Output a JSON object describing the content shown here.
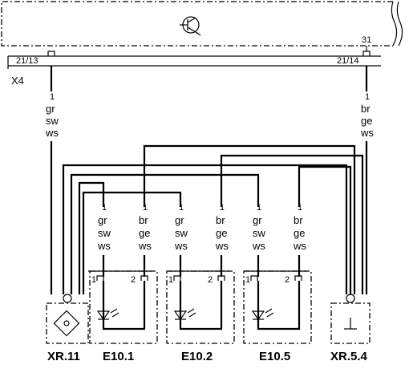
{
  "module": {
    "symbol": "transistor-icon",
    "pin_ground": "31",
    "connector": "X4",
    "pin_left": "21/13",
    "pin_right": "21/14"
  },
  "wires": {
    "left": {
      "pin": "1",
      "colors": [
        "gr",
        "sw",
        "ws"
      ]
    },
    "right": {
      "pin": "1",
      "colors": [
        "br",
        "ge",
        "ws"
      ]
    }
  },
  "branches": [
    {
      "pin": "1",
      "colors": [
        "gr",
        "sw",
        "ws"
      ]
    },
    {
      "pin": "1",
      "colors": [
        "br",
        "ge",
        "ws"
      ]
    },
    {
      "pin": "1",
      "colors": [
        "gr",
        "sw",
        "ws"
      ]
    },
    {
      "pin": "1",
      "colors": [
        "br",
        "ge",
        "ws"
      ]
    },
    {
      "pin": "1",
      "colors": [
        "gr",
        "sw",
        "ws"
      ]
    },
    {
      "pin": "1",
      "colors": [
        "br",
        "ge",
        "ws"
      ]
    }
  ],
  "components": [
    {
      "label": "XR.11",
      "icon": "diamond-connector-icon"
    },
    {
      "label": "E10.1",
      "icon": "led-icon",
      "pin1": "1",
      "pin2": "2"
    },
    {
      "label": "E10.2",
      "icon": "led-icon",
      "pin1": "1",
      "pin2": "2"
    },
    {
      "label": "E10.5",
      "icon": "led-icon",
      "pin1": "1",
      "pin2": "2"
    },
    {
      "label": "XR.5.4",
      "icon": "ground-icon"
    }
  ]
}
